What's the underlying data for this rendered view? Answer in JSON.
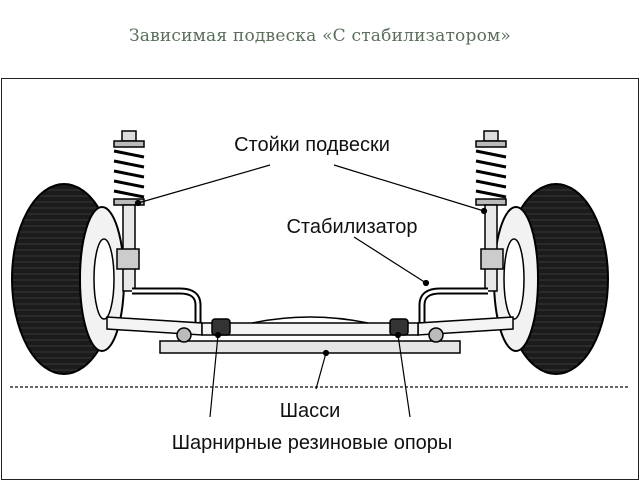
{
  "slide": {
    "title": "Зависимая подвеска «С стабилизатором»"
  },
  "diagram": {
    "labels": {
      "struts": "Стойки подвески",
      "stabilizer": "Стабилизатор",
      "chassis": "Шасси",
      "rubber_mounts": "Шарнирные резиновые опоры"
    }
  }
}
